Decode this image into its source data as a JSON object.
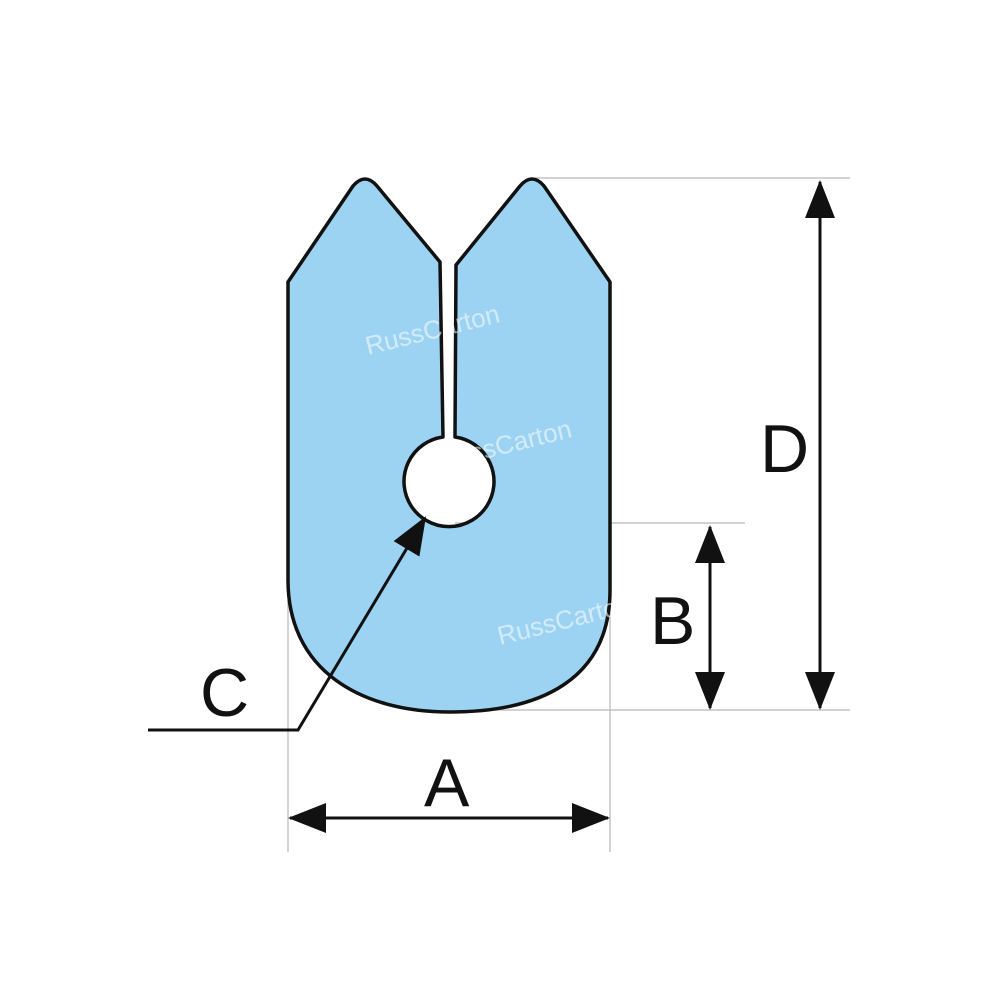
{
  "diagram": {
    "labels": {
      "a": "A",
      "b": "B",
      "c": "C",
      "d": "D"
    },
    "watermark": "RussCarton",
    "colors": {
      "fill": "#9dd3f2",
      "stroke": "#111111",
      "guide": "#b0b0b0"
    }
  }
}
